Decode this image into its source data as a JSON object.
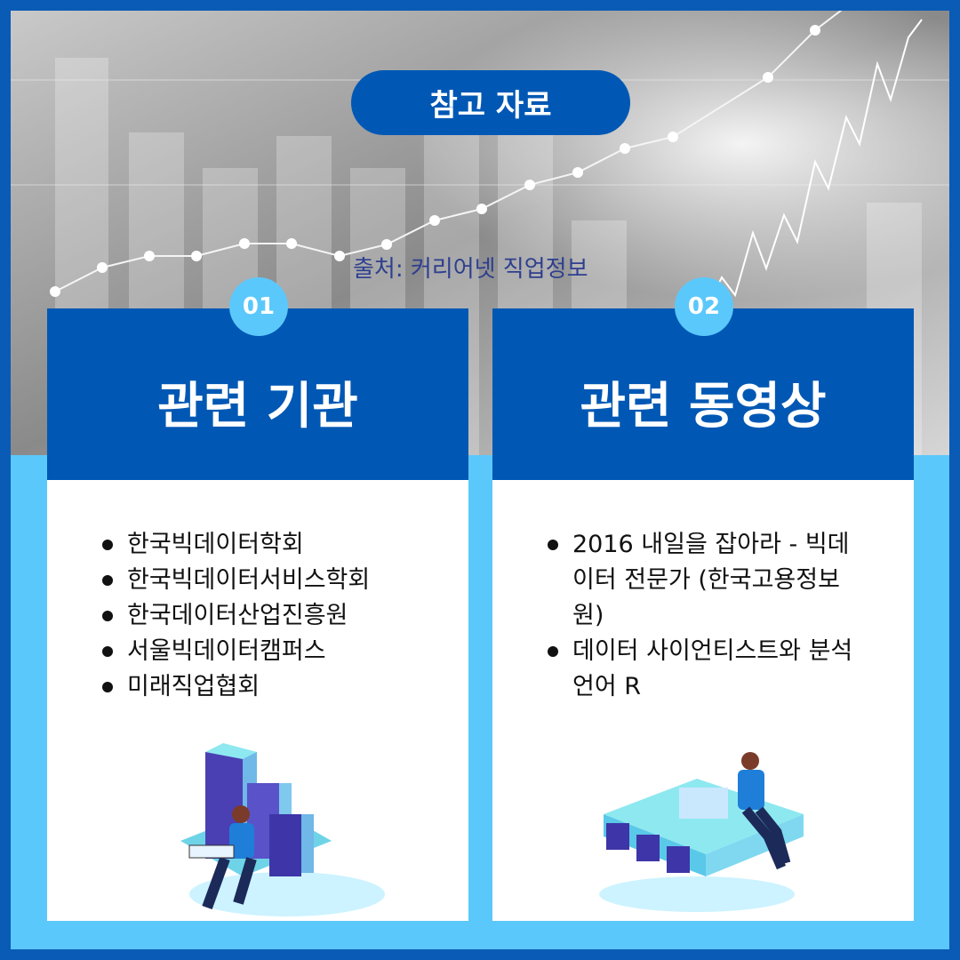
{
  "title": "참고 자료",
  "source": "출처: 커리어넷 직업정보",
  "cards": [
    {
      "number": "01",
      "title": "관련 기관",
      "items": [
        "한국빅데이터학회",
        "한국빅데이터서비스학회",
        "한국데이터산업진흥원",
        "서울빅데이터캠퍼스",
        "미래직업협회"
      ]
    },
    {
      "number": "02",
      "title": "관련 동영상",
      "items": [
        "2016 내일을 잡아라 - 빅데이터 전문가 (한국고용정보원)",
        "데이터 사이언티스트와 분석언어 R"
      ]
    }
  ],
  "colors": {
    "primary": "#0058b4",
    "accent": "#5bc8fb",
    "frame": "#0a5bb5"
  }
}
